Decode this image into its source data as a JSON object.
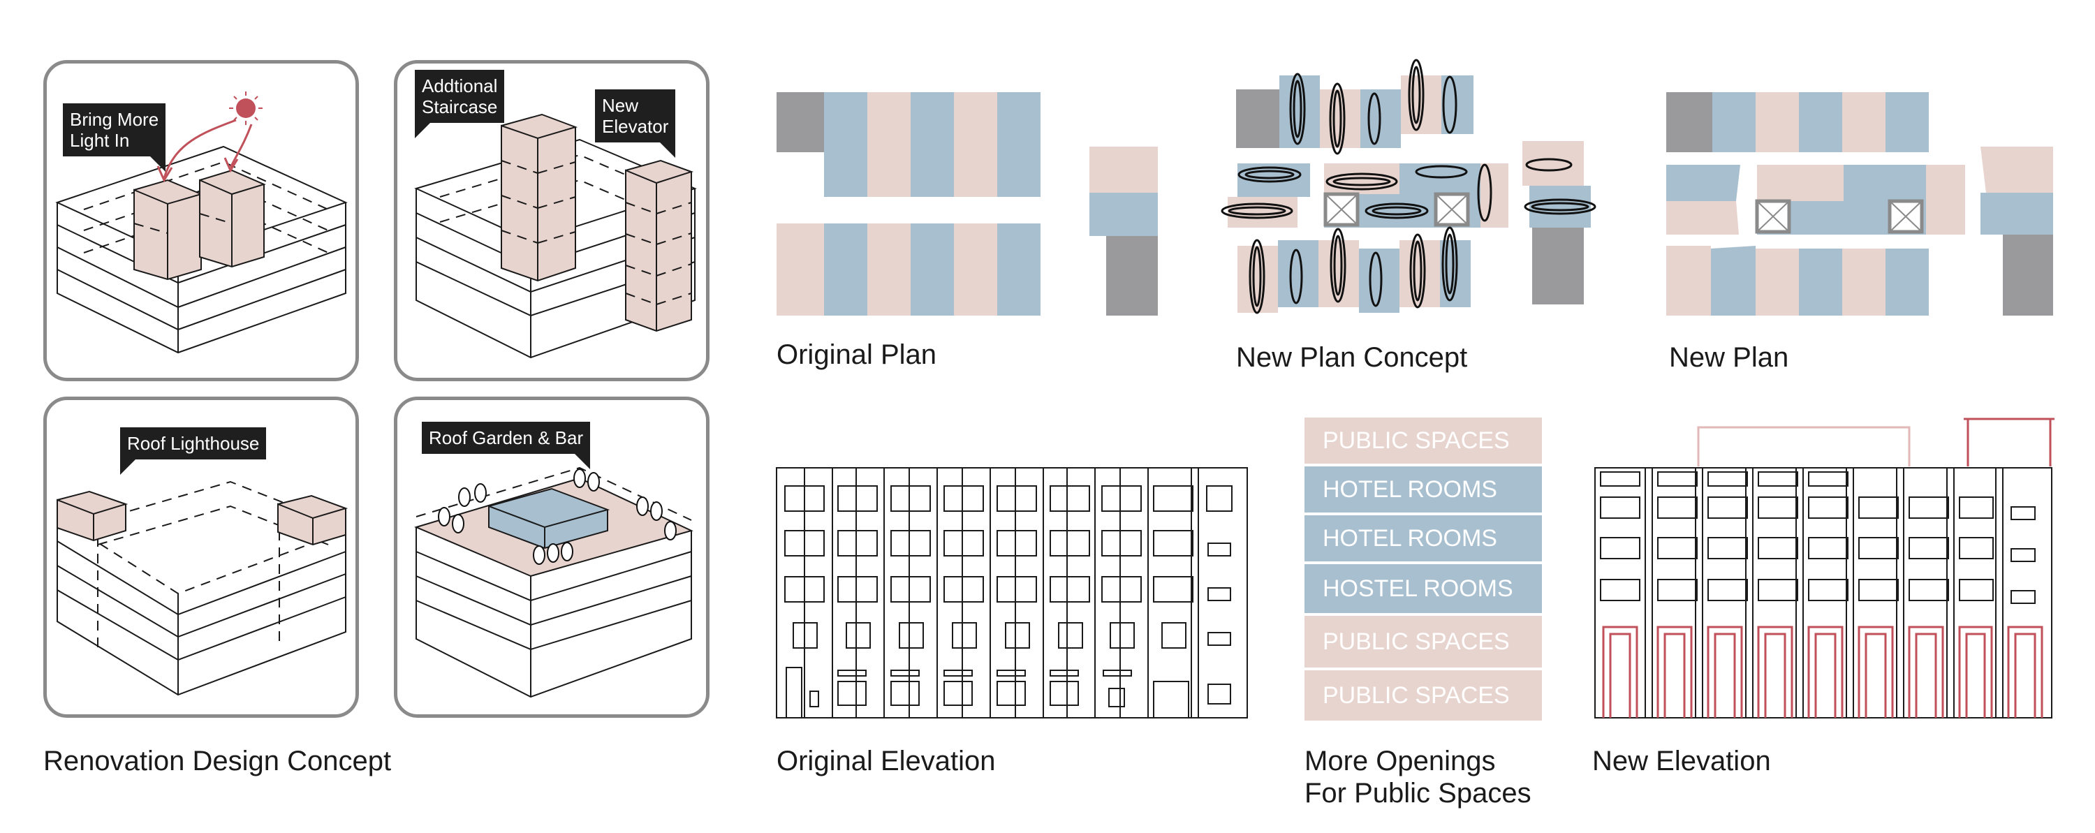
{
  "concept": {
    "callouts": {
      "light": "Bring More\nLight In",
      "staircase": "Addtional\nStaircase",
      "elevator": "New\nElevator",
      "lighthouse": "Roof Lighthouse",
      "garden": "Roof Garden & Bar"
    },
    "caption": "Renovation Design Concept"
  },
  "plans": {
    "original": "Original Plan",
    "concept": "New Plan Concept",
    "new": "New Plan"
  },
  "elevations": {
    "original": "Original Elevation",
    "new": "New Elevation"
  },
  "legend": {
    "items": [
      {
        "label": "PUBLIC SPACES",
        "color": "#e8d4ce"
      },
      {
        "label": "HOTEL ROOMS",
        "color": "#a8bfcf"
      },
      {
        "label": "HOTEL ROOMS",
        "color": "#a8bfcf"
      },
      {
        "label": "HOSTEL ROOMS",
        "color": "#a8bfcf"
      },
      {
        "label": "PUBLIC SPACES",
        "color": "#e8d4ce"
      },
      {
        "label": "PUBLIC SPACES",
        "color": "#e8d4ce"
      }
    ],
    "caption_line1": "More Openings",
    "caption_line2": "For Public Spaces"
  },
  "colors": {
    "public": "#e8d4ce",
    "rooms": "#a8bfcf",
    "core": "#9a9a9c",
    "accent": "#c0505a"
  }
}
